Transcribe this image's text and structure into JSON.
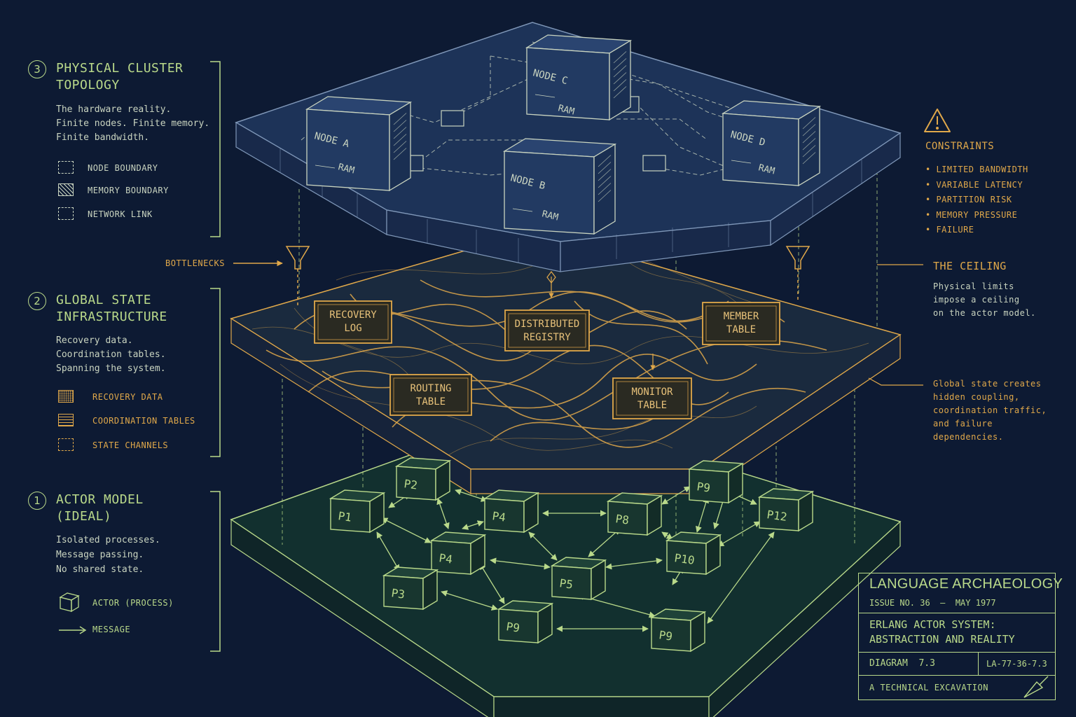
{
  "sections": {
    "physical": {
      "number": "3",
      "title_line1": "PHYSICAL CLUSTER",
      "title_line2": "TOPOLOGY",
      "desc": [
        "The hardware reality.",
        "Finite nodes. Finite memory.",
        "Finite bandwidth."
      ],
      "legend": [
        "NODE BOUNDARY",
        "MEMORY BOUNDARY",
        "NETWORK LINK"
      ]
    },
    "global": {
      "number": "2",
      "title_line1": "GLOBAL STATE",
      "title_line2": "INFRASTRUCTURE",
      "desc": [
        "Recovery data.",
        "Coordination tables.",
        "Spanning the system."
      ],
      "legend": [
        "RECOVERY DATA",
        "COORDINATION TABLES",
        "STATE CHANNELS"
      ]
    },
    "actor": {
      "number": "1",
      "title_line1": "ACTOR MODEL",
      "title_line2": "(IDEAL)",
      "desc": [
        "Isolated processes.",
        "Message passing.",
        "No shared state."
      ],
      "legend": [
        "ACTOR (PROCESS)",
        "MESSAGE"
      ]
    }
  },
  "bottlenecks_label": "BOTTLENECKS",
  "constraints": {
    "title": "CONSTRAINTS",
    "items": [
      "• LIMITED BANDWIDTH",
      "• VARIABLE LATENCY",
      "• PARTITION RISK",
      "• MEMORY PRESSURE",
      "• FAILURE"
    ]
  },
  "ceiling": {
    "title": "THE CEILING",
    "desc": [
      "Physical limits",
      "impose a ceiling",
      "on the actor model."
    ]
  },
  "coupling_note": [
    "Global state creates",
    "hidden coupling,",
    "coordination traffic,",
    "and failure",
    "dependencies."
  ],
  "nodes": [
    {
      "name": "NODE A",
      "ram": "RAM"
    },
    {
      "name": "NODE C",
      "ram": "RAM"
    },
    {
      "name": "NODE B",
      "ram": "RAM"
    },
    {
      "name": "NODE D",
      "ram": "RAM"
    }
  ],
  "tables": [
    {
      "line1": "RECOVERY",
      "line2": "LOG"
    },
    {
      "line1": "DISTRIBUTED",
      "line2": "REGISTRY"
    },
    {
      "line1": "MEMBER",
      "line2": "TABLE"
    },
    {
      "line1": "ROUTING",
      "line2": "TABLE"
    },
    {
      "line1": "MONITOR",
      "line2": "TABLE"
    }
  ],
  "processes": [
    "P1",
    "P2",
    "P4",
    "P8",
    "P9",
    "P12",
    "P4",
    "P10",
    "P5",
    "P3",
    "P9",
    "P9"
  ],
  "title_block": {
    "series": "LANGUAGE ARCHAEOLOGY",
    "issue": "ISSUE NO. 36  —  MAY 1977",
    "title_line1": "ERLANG ACTOR SYSTEM:",
    "title_line2": "ABSTRACTION AND REALITY",
    "diagram": "DIAGRAM  7.3",
    "code": "LA-77-36-7.3",
    "footer": "A TECHNICAL EXCAVATION"
  },
  "colors": {
    "background": "#0d1a33",
    "green": "#b9d98a",
    "amber": "#e0a84a",
    "slate": "#7f97b8"
  }
}
